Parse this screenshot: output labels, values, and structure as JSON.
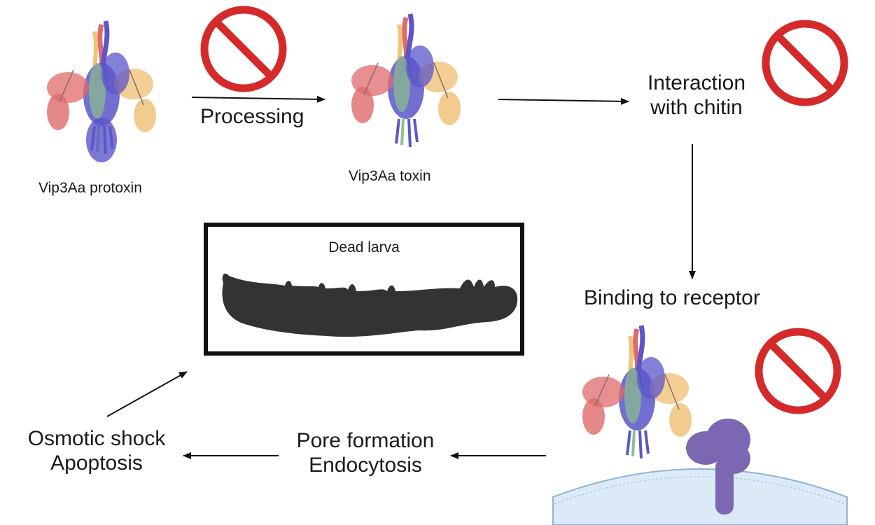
{
  "labels": {
    "protoxin": "Vip3Aa protoxin",
    "toxin": "Vip3Aa toxin",
    "processing": "Processing",
    "chitin_line1": "Interaction",
    "chitin_line2": "with chitin",
    "binding": "Binding to receptor",
    "dead_larva": "Dead larva",
    "pore_line1": "Pore formation",
    "pore_line2": "Endocytosis",
    "osmotic_line1": "Osmotic shock",
    "osmotic_line2": "Apoptosis"
  },
  "colors": {
    "prohibition": "#d42a2a",
    "chain_red": "#e06a6a",
    "chain_blue": "#5b56c9",
    "chain_orange": "#f0c27a",
    "chain_green": "#8cc08c",
    "receptor": "#7b67b2",
    "membrane": "#dce9f7",
    "larva": "#333333"
  },
  "icons": [
    "prohibition-sign-icon",
    "protein-structure-icon",
    "receptor-icon",
    "cell-membrane-icon",
    "larva-silhouette-icon"
  ]
}
